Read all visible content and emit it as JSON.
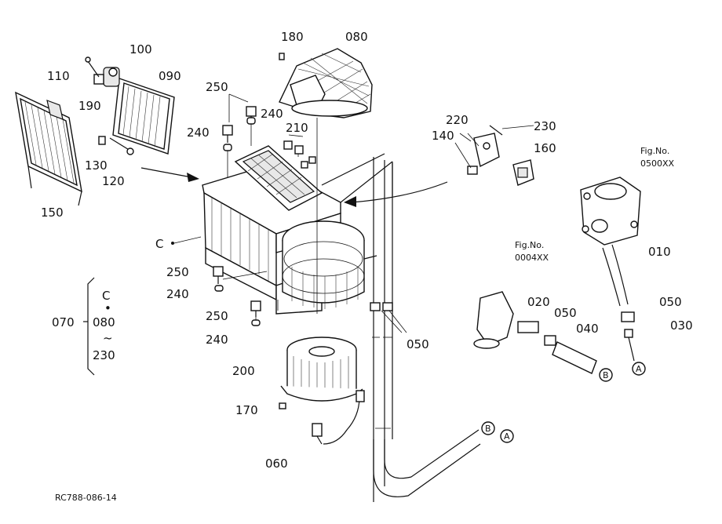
{
  "labels": {
    "p180": "180",
    "p080": "080",
    "p100": "100",
    "p110": "110",
    "p090": "090",
    "p190": "190",
    "p250a": "250",
    "p240a": "240",
    "p240b": "240",
    "p210": "210",
    "p130": "130",
    "p120": "120",
    "p150": "150",
    "c_mark": "C",
    "p220": "220",
    "p230": "230",
    "p140": "140",
    "p160": "160",
    "fig1": "Fig.No.",
    "fig1_no": "0500XX",
    "p010": "010",
    "p050a": "050",
    "p030": "030",
    "fig2": "Fig.No.",
    "fig2_no": "0004XX",
    "p020": "020",
    "p050b": "050",
    "p040": "040",
    "p250b": "250",
    "p240c": "240",
    "p250c": "250",
    "p240d": "240",
    "p050c": "050",
    "p200": "200",
    "p170": "170",
    "p060": "060",
    "g070": "070",
    "g_c": "C",
    "g_dot": "•",
    "g_080": "080",
    "g_tilde": "~",
    "g_230": "230",
    "ref_b1": "B",
    "ref_a1": "A",
    "ref_b2": "B",
    "ref_a2": "A",
    "drawing_code": "RC788-086-14"
  }
}
